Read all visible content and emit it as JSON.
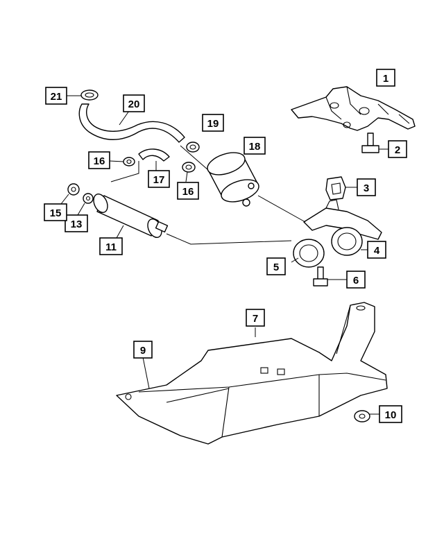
{
  "diagram": {
    "callouts": [
      {
        "id": "1",
        "label": "1"
      },
      {
        "id": "2",
        "label": "2"
      },
      {
        "id": "3",
        "label": "3"
      },
      {
        "id": "4",
        "label": "4"
      },
      {
        "id": "5",
        "label": "5"
      },
      {
        "id": "6",
        "label": "6"
      },
      {
        "id": "7",
        "label": "7"
      },
      {
        "id": "9",
        "label": "9"
      },
      {
        "id": "10",
        "label": "10"
      },
      {
        "id": "11",
        "label": "11"
      },
      {
        "id": "13",
        "label": "13"
      },
      {
        "id": "15",
        "label": "15"
      },
      {
        "id": "16a",
        "label": "16"
      },
      {
        "id": "16b",
        "label": "16"
      },
      {
        "id": "17",
        "label": "17"
      },
      {
        "id": "18",
        "label": "18"
      },
      {
        "id": "19",
        "label": "19"
      },
      {
        "id": "20",
        "label": "20"
      },
      {
        "id": "21",
        "label": "21"
      }
    ]
  }
}
